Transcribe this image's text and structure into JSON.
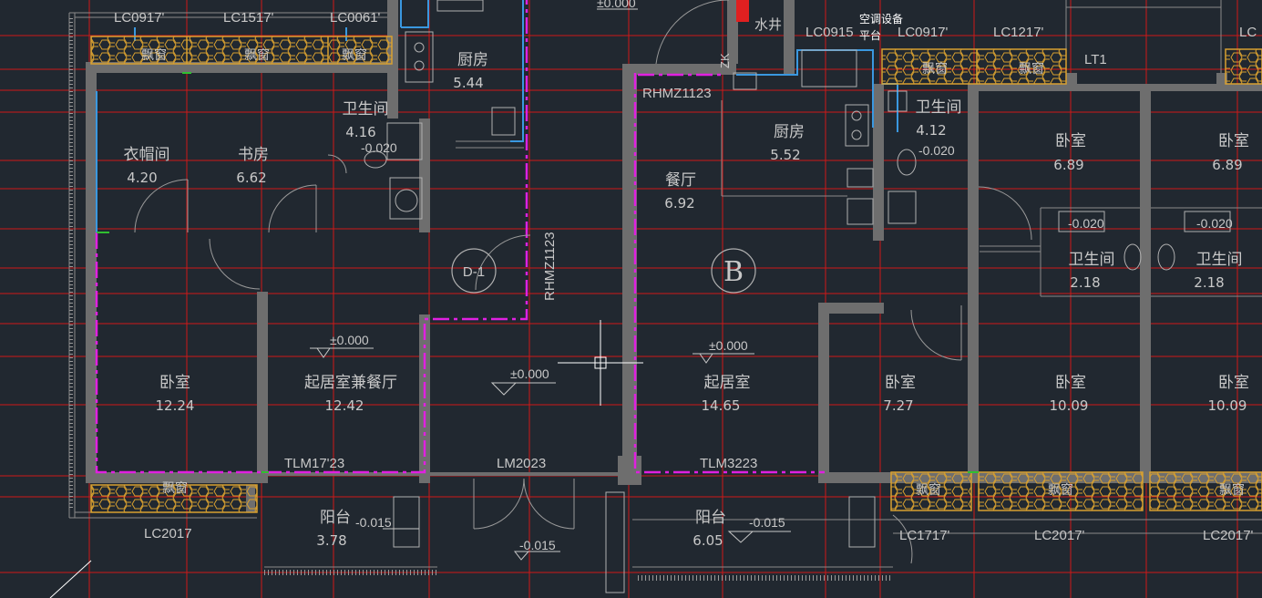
{
  "colors": {
    "background": "#212830",
    "axis": "#d01818",
    "wall": "#6e6e6e",
    "boundary": "#e020e0",
    "window": "#3a98e0",
    "insulation": "#d8a030",
    "label": "#c8c8c8"
  },
  "rooms": [
    {
      "name": "衣帽间",
      "area": "4.20"
    },
    {
      "name": "书房",
      "area": "6.62"
    },
    {
      "name": "卫生间",
      "area": "4.16"
    },
    {
      "name": "厨房",
      "area": "5.44"
    },
    {
      "name": "卧室",
      "area": "12.24"
    },
    {
      "name": "起居室兼餐厅",
      "area": "12.42"
    },
    {
      "name": "阳台",
      "area": "3.78"
    },
    {
      "name": "餐厅",
      "area": "6.92"
    },
    {
      "name": "厨房",
      "area": "5.52"
    },
    {
      "name": "卫生间",
      "area": "4.12"
    },
    {
      "name": "起居室",
      "area": "14.65"
    },
    {
      "name": "卧室",
      "area": "7.27"
    },
    {
      "name": "阳台",
      "area": "6.05"
    },
    {
      "name": "卧室",
      "area": "6.89"
    },
    {
      "name": "卧室",
      "area": "6.89"
    },
    {
      "name": "卫生间",
      "area": "2.18"
    },
    {
      "name": "卫生间",
      "area": "2.18"
    },
    {
      "name": "卧室",
      "area": "10.09"
    },
    {
      "name": "卧室",
      "area": "10.09"
    }
  ],
  "codes": {
    "lc0917_a": "LC0917'",
    "lc1517": "LC1517'",
    "lc0061": "LC0061'",
    "lc0917_b": "LC0917'",
    "lc1217": "LC1217'",
    "lt1": "LT1",
    "lc_edge": "LC",
    "rhm_v": "RHMZ1123",
    "rhm_h": "RHMZ1123",
    "tlm1723": "TLM17'23",
    "lm2023": "LM2023",
    "tlm3223": "TLM3223",
    "lc2017_a": "LC2017",
    "lc1717": "LC1717'",
    "lc2017_b": "LC2017'",
    "lc2017_c": "LC2017'",
    "lc0915": "LC0915",
    "zk": "ZK",
    "d1": "D-1",
    "axis_b": "B"
  },
  "levels": {
    "top": "±0.000",
    "liv1": "±0.000",
    "center": "±0.000",
    "liv2": "±0.000",
    "wc1": "-0.020",
    "wc2": "-0.020",
    "bath_a": "-0.020",
    "bath_b": "-0.020",
    "bal1": "-0.015",
    "bal_mid": "-0.015",
    "bal2": "-0.015"
  },
  "annotations": {
    "shaft": "水井",
    "ac_line1": "空调设备",
    "ac_line2": "平台",
    "window_tag": "飘窗"
  }
}
